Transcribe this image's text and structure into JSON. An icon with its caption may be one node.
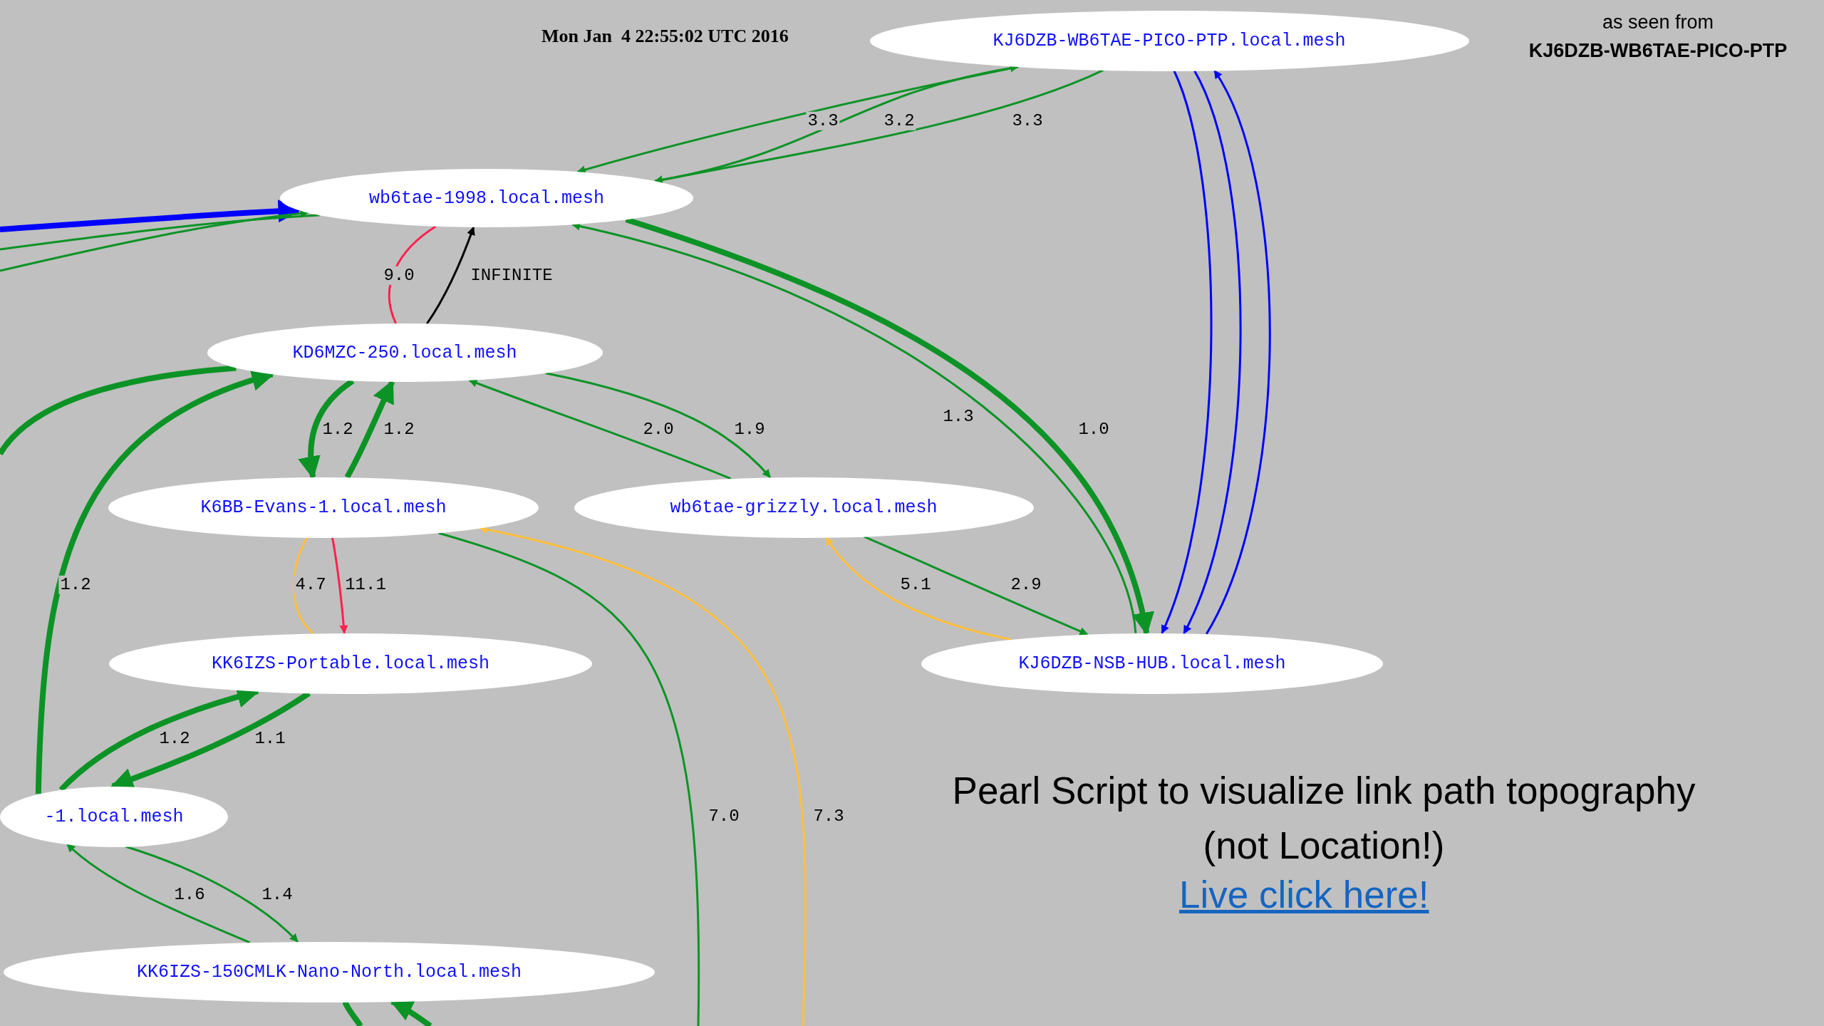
{
  "diagram": {
    "nodes": [
      {
        "text": [
          "KJ6DZB-WB6TAE-PICO-PTP.local.mesh"
        ]
      },
      {
        "text": [
          "wb6tae-1998.local.mesh"
        ]
      },
      {
        "text": [
          "KD6MZC-250.local.mesh"
        ]
      },
      {
        "text": [
          "K6BB-Evans-1.local.mesh"
        ]
      },
      {
        "text": [
          "wb6tae-grizzly.local.mesh"
        ]
      },
      {
        "text": [
          "KK6IZS-Portable.local.mesh"
        ]
      },
      {
        "text": [
          "KJ6DZB-NSB-HUB.local.mesh"
        ]
      },
      {
        "text": [
          "-1.local.mesh"
        ]
      },
      {
        "text": [
          "KK6IZS-150CMLK-Nano-North.local.mesh"
        ]
      }
    ],
    "edges": [
      {
        "from": 0,
        "to": 1,
        "arrow": "to",
        "label": "3.3"
      },
      {
        "from": 1,
        "to": 0,
        "arrow": "to",
        "label": "3.2"
      },
      {
        "from": 0,
        "to": 1,
        "arrow": "to",
        "label": "3.3"
      },
      {
        "from": null,
        "to": 1,
        "arrow": "to",
        "style": "thick",
        "color": "#0000ff"
      },
      {
        "from": null,
        "to": 1,
        "arrow": "to"
      },
      {
        "from": null,
        "to": 1,
        "arrow": "none"
      },
      {
        "from": 2,
        "to": 1,
        "arrow": "none",
        "label": "9.0",
        "color": "#ff2050"
      },
      {
        "from": 2,
        "to": 1,
        "arrow": "to",
        "label": "INFINITE",
        "color": "#000000"
      },
      {
        "from": 1,
        "to": 6,
        "arrow": "to",
        "label": "1.0",
        "style": "thick"
      },
      {
        "from": 6,
        "to": 1,
        "arrow": "to",
        "label": "1.3"
      },
      {
        "from": 0,
        "to": 6,
        "arrow": "to",
        "color": "#0000ff"
      },
      {
        "from": 0,
        "to": 6,
        "arrow": "to",
        "color": "#0000ff"
      },
      {
        "from": 6,
        "to": 0,
        "arrow": "to",
        "color": "#0000ff"
      },
      {
        "from": 2,
        "to": 3,
        "arrow": "to",
        "label": "1.2",
        "style": "thick"
      },
      {
        "from": 3,
        "to": 2,
        "arrow": "to",
        "label": "1.2",
        "style": "thick"
      },
      {
        "from": 2,
        "to": 4,
        "arrow": "to",
        "label": "1.9"
      },
      {
        "from": 4,
        "to": 2,
        "arrow": "to",
        "label": "2.0"
      },
      {
        "from": 3,
        "to": 5,
        "arrow": "to",
        "label": "11.1",
        "color": "#ff2050"
      },
      {
        "from": 5,
        "to": 3,
        "arrow": "none",
        "label": "4.7",
        "color": "#ffbf40"
      },
      {
        "from": 3,
        "to": null,
        "arrow": "none",
        "label": "7.0"
      },
      {
        "from": null,
        "to": 3,
        "arrow": "to",
        "label": "7.3",
        "color": "#ffbf40"
      },
      {
        "from": 4,
        "to": 6,
        "arrow": "to",
        "label": "2.9"
      },
      {
        "from": 6,
        "to": 4,
        "arrow": "to",
        "label": "5.1",
        "color": "#ffbf40"
      },
      {
        "from": 7,
        "to": 2,
        "arrow": "to",
        "label": "1.2",
        "style": "thick"
      },
      {
        "from": 2,
        "to": null,
        "arrow": "none",
        "style": "thick"
      },
      {
        "from": 7,
        "to": 5,
        "arrow": "to",
        "label": "1.2",
        "style": "thick"
      },
      {
        "from": 5,
        "to": 7,
        "arrow": "to",
        "label": "1.1",
        "style": "thick"
      },
      {
        "from": 8,
        "to": 7,
        "arrow": "to",
        "label": "1.6"
      },
      {
        "from": 7,
        "to": 8,
        "arrow": "to",
        "label": "1.4"
      },
      {
        "from": 8,
        "to": null,
        "arrow": "none",
        "style": "thick"
      },
      {
        "from": null,
        "to": 8,
        "arrow": "to",
        "style": "thick"
      }
    ],
    "labels": [
      "Mon Jan  4 22:55:02 UTC 2016",
      "as seen from",
      "KJ6DZB-WB6TAE-PICO-PTP",
      "Pearl Script to visualize link path topography (not Location!)",
      "Live click here!"
    ]
  }
}
